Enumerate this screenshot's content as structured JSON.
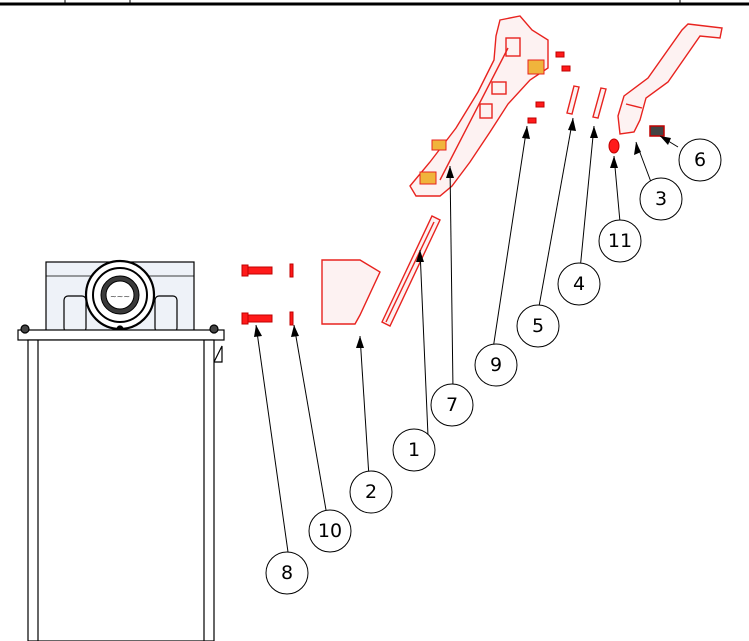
{
  "colors": {
    "part_outline": "#e8231f",
    "assembly_outline": "#000000",
    "accent_orange": "#f0b43c",
    "background": "#ffffff"
  },
  "balloons": [
    {
      "label": "1"
    },
    {
      "label": "2"
    },
    {
      "label": "3"
    },
    {
      "label": "4"
    },
    {
      "label": "5"
    },
    {
      "label": "6"
    },
    {
      "label": "7"
    },
    {
      "label": "8"
    },
    {
      "label": "9"
    },
    {
      "label": "10"
    },
    {
      "label": "11"
    }
  ]
}
